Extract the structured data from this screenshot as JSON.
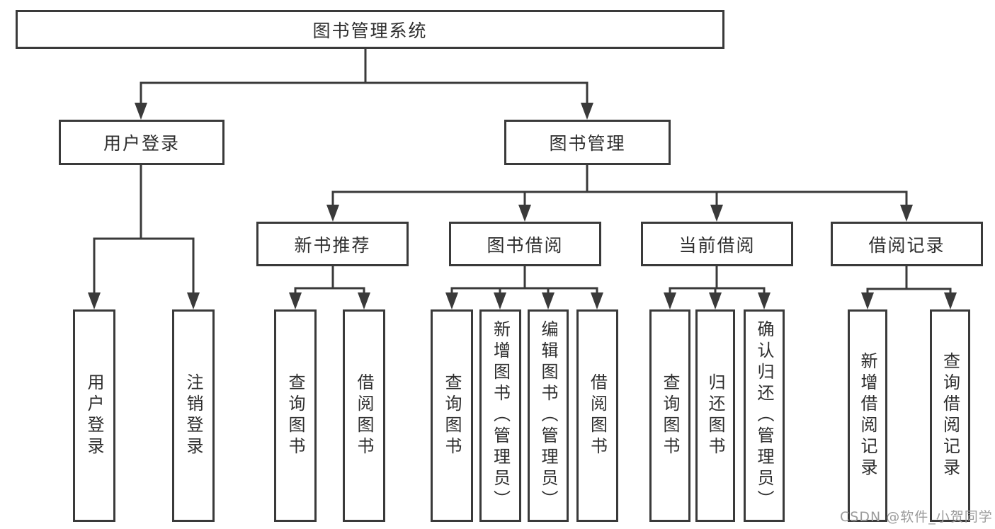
{
  "tree": {
    "root": {
      "label": "图书管理系统"
    },
    "branches": [
      {
        "label": "用户登录",
        "children": [
          {
            "label": "用户登录"
          },
          {
            "label": "注销登录"
          }
        ]
      },
      {
        "label": "图书管理",
        "children": [
          {
            "label": "新书推荐",
            "children": [
              {
                "label": "查询图书"
              },
              {
                "label": "借阅图书"
              }
            ]
          },
          {
            "label": "图书借阅",
            "children": [
              {
                "label": "查询图书"
              },
              {
                "label": "新增图书（管理员）"
              },
              {
                "label": "编辑图书（管理员）"
              },
              {
                "label": "借阅图书"
              }
            ]
          },
          {
            "label": "当前借阅",
            "children": [
              {
                "label": "查询图书"
              },
              {
                "label": "归还图书"
              },
              {
                "label": "确认归还（管理员）"
              }
            ]
          },
          {
            "label": "借阅记录",
            "children": [
              {
                "label": "新增借阅记录"
              },
              {
                "label": "查询借阅记录"
              }
            ]
          }
        ]
      }
    ]
  },
  "watermark": {
    "text": "CSDN @软件_小贺同学"
  },
  "colors": {
    "line": "#3a3a3a",
    "box_border": "#3a3a3a",
    "box_background": "#ffffff",
    "text": "#2e2e2e",
    "watermark": "#9c9c9c",
    "background": "#ffffff"
  }
}
